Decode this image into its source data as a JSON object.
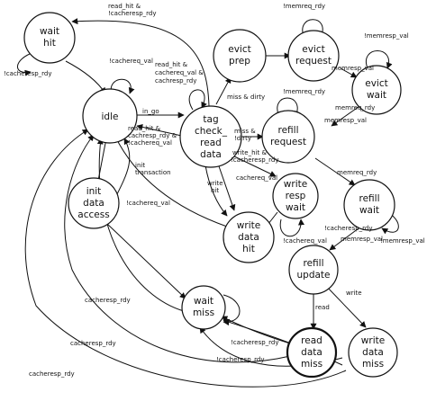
{
  "states": {
    "wait_hit": [
      "wait",
      "hit"
    ],
    "idle": [
      "idle"
    ],
    "evict_prep": [
      "evict",
      "prep"
    ],
    "evict_request": [
      "evict",
      "request"
    ],
    "evict_wait": [
      "evict",
      "wait"
    ],
    "tag_check": [
      "tag",
      "check_",
      "read",
      "data"
    ],
    "refill_request": [
      "refill",
      "request"
    ],
    "init_data_access": [
      "init",
      "data",
      "access"
    ],
    "write_resp_wait": [
      "write",
      "resp",
      "wait"
    ],
    "refill_wait": [
      "refill",
      "wait"
    ],
    "write_data_hit": [
      "write",
      "data",
      "hit"
    ],
    "refill_update": [
      "refill",
      "update"
    ],
    "wait_miss": [
      "wait",
      "miss"
    ],
    "read_data_miss": [
      "read",
      "data",
      "miss"
    ],
    "write_data_miss": [
      "write",
      "data",
      "miss"
    ]
  },
  "labels": {
    "read_hit_top": [
      "read_hit &",
      "!cacheresp_rdy"
    ],
    "cacheresp_rdy_wait": "!cacheresp_rdy",
    "memreq_rdy_top": "!memreq_rdy",
    "memresp_val_top": "!memresp_val",
    "memresp_val_evict": "memresp_val",
    "memreq_rdy_refill": "!memreq_rdy",
    "memreq_rdy_evict": "memreq_rdy",
    "memresp_val_refill": "memresp_val",
    "cachereq_val_idle": "!cachereq_val",
    "read_hit_combo": [
      "read_hit &",
      "cachereq_val &",
      "cachresp_rdy"
    ],
    "in_go": "in_go",
    "miss_dirty_prep": "miss & dirty",
    "read_hit_idle": [
      "read_hit &",
      "cachresp_rdy &",
      "!cachereq_val"
    ],
    "miss_dirty_refill": [
      "miss &",
      "!dirty"
    ],
    "init_transaction": [
      "init",
      "transaction"
    ],
    "write_hit_resp": [
      "write_hit &",
      "!cacheresp_rdy"
    ],
    "memreq_rdy_refill_wait": "memreq_rdy",
    "write_hit": [
      "write",
      "hit"
    ],
    "cachereq_val_resp": "cachereq_val",
    "cachereq_val_loop": "!cachereq_val",
    "cachereq_val_write": "!cachereq_val",
    "cacheresp_rdy_write": "!cacheresp_rdy",
    "memresp_val_wait": "!memresp_val",
    "memresp_val_update": "memresp_val",
    "cacheresp_rdy_miss_left": "cacheresp_rdy",
    "cacheresp_rdy_miss_mid": "!cacheresp_rdy",
    "cacheresp_rdy_miss_bot": "!cacheresp_rdy",
    "read": "read",
    "write": "write",
    "cacheresp_rdy_bottom": "cacheresp_rdy",
    "cacheresp_rdy_left": "cacheresp_rdy"
  }
}
